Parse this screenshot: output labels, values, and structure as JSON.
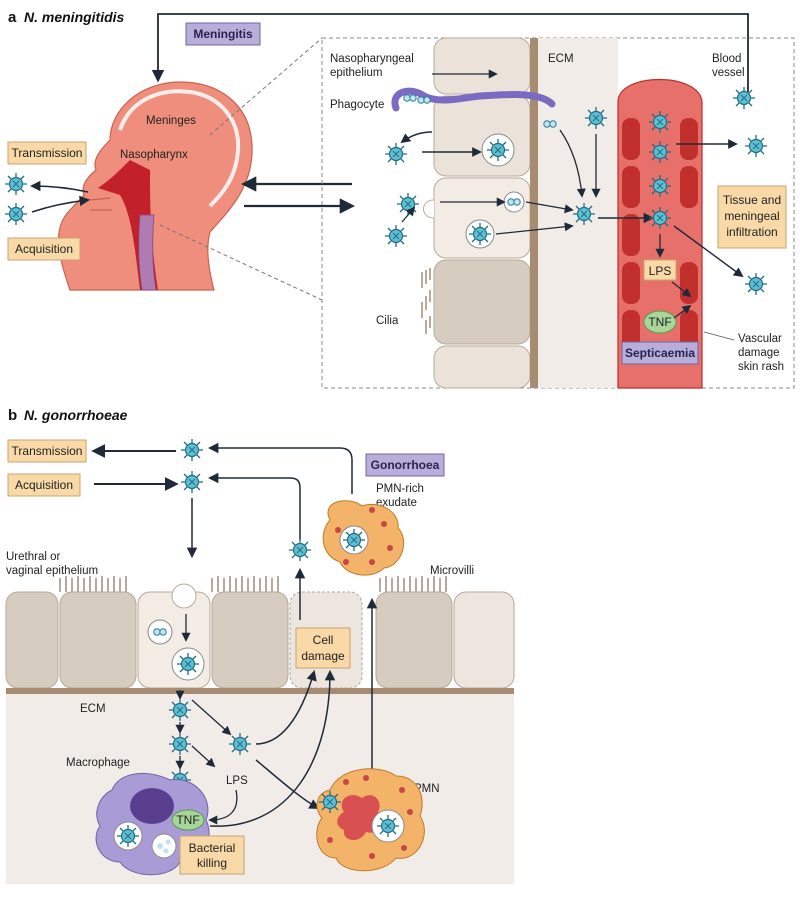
{
  "panel_a": {
    "letter": "a",
    "title": "N. meningitidis",
    "disease": "Meningitis",
    "meninges": "Meninges",
    "nasopharynx": "Nasopharynx",
    "transmission": "Transmission",
    "acquisition": "Acquisition",
    "epithelium_l1": "Nasopharyngeal",
    "epithelium_l2": "epithelium",
    "phagocyte": "Phagocyte",
    "ecm": "ECM",
    "blood_l1": "Blood",
    "blood_l2": "vessel",
    "cilia": "Cilia",
    "tissue_l1": "Tissue and",
    "tissue_l2": "meningeal",
    "tissue_l3": "infiltration",
    "lps": "LPS",
    "tnf": "TNF",
    "septicaemia": "Septicaemia",
    "vascular_l1": "Vascular",
    "vascular_l2": "damage",
    "vascular_l3": "skin rash"
  },
  "panel_b": {
    "letter": "b",
    "title": "N. gonorrhoeae",
    "transmission": "Transmission",
    "acquisition": "Acquisition",
    "disease": "Gonorrhoea",
    "exudate_l1": "PMN-rich",
    "exudate_l2": "exudate",
    "epithelium_l1": "Urethral or",
    "epithelium_l2": "vaginal epithelium",
    "microvilli": "Microvilli",
    "cell_damage_l1": "Cell",
    "cell_damage_l2": "damage",
    "ecm": "ECM",
    "macrophage": "Macrophage",
    "lps": "LPS",
    "tnf": "TNF",
    "pmn": "PMN",
    "killing_l1": "Bacterial",
    "killing_l2": "killing"
  },
  "colors": {
    "label_box": "#f9d9a8",
    "disease_box": "#b7afd9",
    "head": "#ef8e7c",
    "tissue": "#d8ccbf",
    "blood": "#dd4a4a",
    "bacterium": "#3fa0b8",
    "pmn": "#f3b46a",
    "macrophage": "#a99bd5"
  }
}
